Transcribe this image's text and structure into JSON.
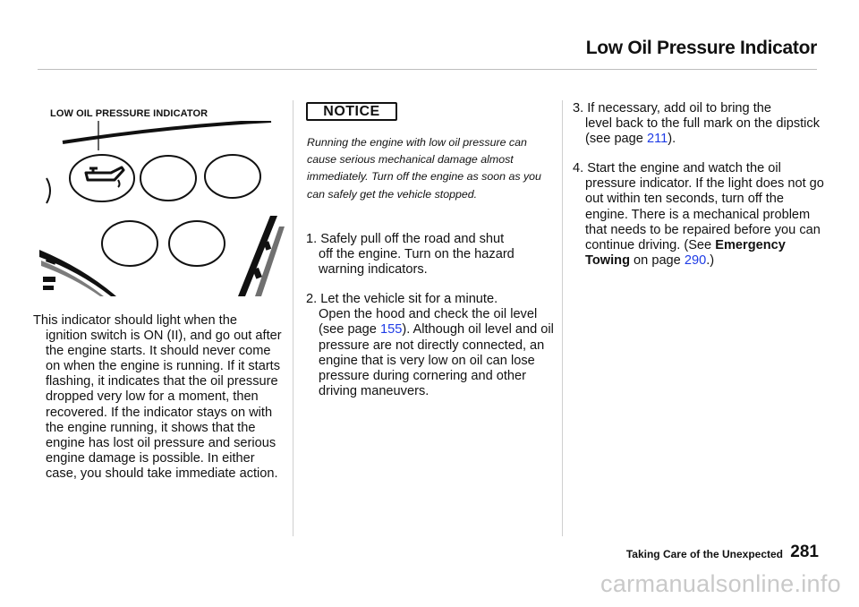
{
  "header": {
    "title": "Low Oil Pressure Indicator"
  },
  "figure": {
    "label": "LOW OIL PRESSURE INDICATOR"
  },
  "left_column": {
    "paragraph_first": "This indicator should light when the",
    "paragraph_rest": "ignition switch is ON (II), and go out after the engine starts. It should never come on when the engine is running. If it starts flashing, it indicates that the oil pressure dropped very low for a moment, then recovered. If the indicator stays on with the engine running, it shows that the engine has lost oil pressure and serious engine damage is possible. In either case, you should take immediate action."
  },
  "notice": {
    "badge": "NOTICE",
    "text": "Running the engine with low oil pressure can cause serious mechanical damage almost immediately. Turn off the engine as soon as you can safely get the vehicle stopped."
  },
  "middle_list": {
    "item1_first": "1. Safely pull off the road and shut",
    "item1_rest": "off the engine. Turn on the hazard warning indicators.",
    "item2_first": "2. Let the vehicle sit for a minute.",
    "item2_rest_a": "Open the hood and check the oil level (see page ",
    "item2_link": "155",
    "item2_rest_b": "). Although oil level and oil pressure are not directly connected, an engine that is very low on oil can lose pressure during cornering and other driving maneuvers."
  },
  "right_list": {
    "item3_first": "3. If necessary, add oil to bring the",
    "item3_rest_a": "level back to the full mark on the dipstick (see page ",
    "item3_link": "211",
    "item3_rest_b": ").",
    "item4_first": "4. Start the engine and watch the oil",
    "item4_rest_a": "pressure indicator. If the light does not go out within ten seconds, turn off the engine. There is a mechanical problem that needs to be repaired before you can continue driving. (See ",
    "item4_bold": "Emergency Towing",
    "item4_rest_b": " on page ",
    "item4_link": "290",
    "item4_rest_c": ".)"
  },
  "footer": {
    "section": "Taking Care of the Unexpected",
    "page_number": "281"
  },
  "watermark": "carmanualsonline.info",
  "colors": {
    "link": "#1f3ce6",
    "text": "#111111",
    "watermark": "#c9c9c9"
  }
}
